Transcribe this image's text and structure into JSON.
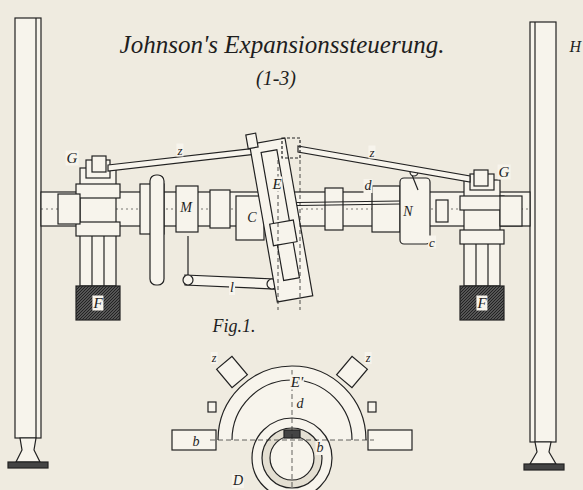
{
  "diagram": {
    "title": "Johnson's Expansionssteuerung.",
    "labels": [
      "(1-3)",
      "G",
      "z",
      "E",
      "z",
      "G",
      "d",
      "M",
      "C",
      "N",
      "c",
      "F",
      "F",
      "l",
      "Fig.1.",
      "E'",
      "z",
      "z",
      "d",
      "b",
      "b",
      "D",
      "H"
    ]
  }
}
